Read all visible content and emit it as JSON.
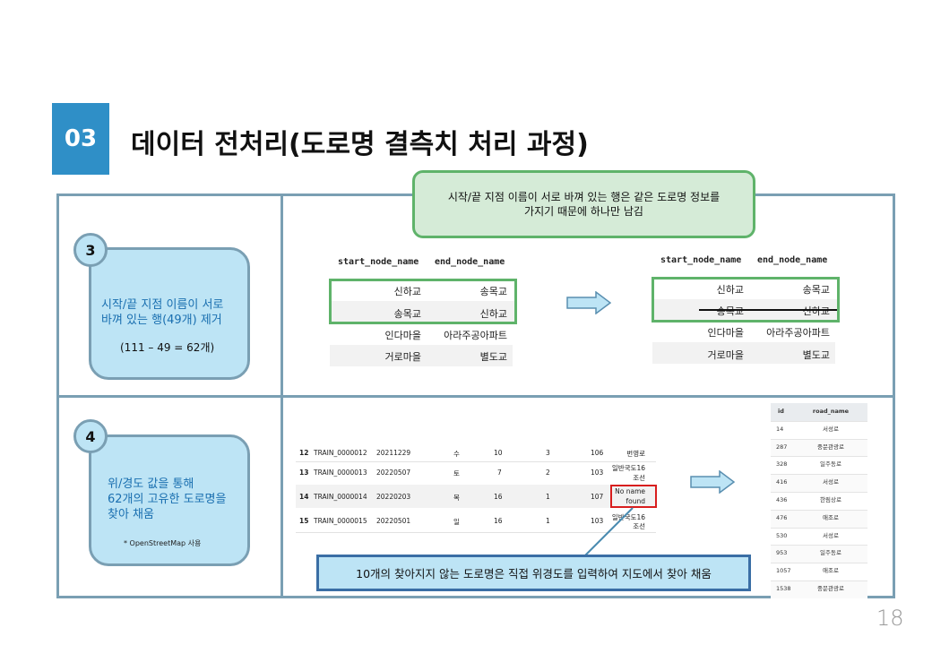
{
  "header": {
    "section_number": "03",
    "title": "데이터 전처리(도로명 결측치 처리 과정)"
  },
  "callout_top": {
    "line1": "시작/끝 지점 이름이 서로 바껴 있는 행은 같은 도로명 정보를",
    "line2": "가지기 때문에 하나만 남김"
  },
  "step3": {
    "number": "3",
    "line1": "시작/끝 지점 이름이 서로",
    "line2": "바껴 있는 행(49개) 제거",
    "calc": "(111 – 49 = 62개)"
  },
  "step4": {
    "number": "4",
    "line1": "위/경도 값을 통해",
    "line2": "62개의 고유한 도로명을",
    "line3": "찾아 채움",
    "note": "* OpenStreetMap 사용"
  },
  "before_table": {
    "headers": [
      "start_node_name",
      "end_node_name"
    ],
    "rows": [
      [
        "신하교",
        "송목교"
      ],
      [
        "송목교",
        "신하교"
      ],
      [
        "인다마을",
        "아라주공아파트"
      ],
      [
        "거로마을",
        "별도교"
      ]
    ]
  },
  "after_table": {
    "headers": [
      "start_node_name",
      "end_node_name"
    ],
    "rows": [
      [
        "신하교",
        "송목교"
      ],
      [
        "송목교",
        "신하교"
      ],
      [
        "인다마을",
        "아라주공아파트"
      ],
      [
        "거로마을",
        "별도교"
      ]
    ]
  },
  "train_table": {
    "rows": [
      {
        "idx": "12",
        "id": "TRAIN_0000012",
        "date": "20211229",
        "day": "수",
        "a": "10",
        "b": "3",
        "c": "106",
        "road": [
          "번영로"
        ]
      },
      {
        "idx": "13",
        "id": "TRAIN_0000013",
        "date": "20220507",
        "day": "토",
        "a": "7",
        "b": "2",
        "c": "103",
        "road": [
          "일반국도16",
          "조선"
        ]
      },
      {
        "idx": "14",
        "id": "TRAIN_0000014",
        "date": "20220203",
        "day": "목",
        "a": "16",
        "b": "1",
        "c": "107",
        "road": [
          "No name",
          "found"
        ]
      },
      {
        "idx": "15",
        "id": "TRAIN_0000015",
        "date": "20220501",
        "day": "일",
        "a": "16",
        "b": "1",
        "c": "103",
        "road": [
          "일반국도16",
          "조선"
        ]
      }
    ]
  },
  "id_table": {
    "headers": [
      "id",
      "road_name"
    ],
    "rows": [
      [
        "14",
        "서성로"
      ],
      [
        "287",
        "중문관광로"
      ],
      [
        "328",
        "일주동로"
      ],
      [
        "416",
        "서성로"
      ],
      [
        "436",
        "한림상로"
      ],
      [
        "476",
        "애조로"
      ],
      [
        "530",
        "서성로"
      ],
      [
        "953",
        "일주동로"
      ],
      [
        "1057",
        "애조로"
      ],
      [
        "1538",
        "중문관광로"
      ]
    ]
  },
  "bottom_callout": "10개의 찾아지지 않는 도로명은 직접 위경도를 입력하여 지도에서 찾아 채움",
  "page_number": "18",
  "colors": {
    "accent_blue": "#2f8fc7",
    "frame": "#7a9fb3",
    "card_fill": "#bde4f5",
    "green_border": "#5fb36a",
    "green_fill": "#d5ebd7",
    "red_highlight": "#d81e1e"
  }
}
